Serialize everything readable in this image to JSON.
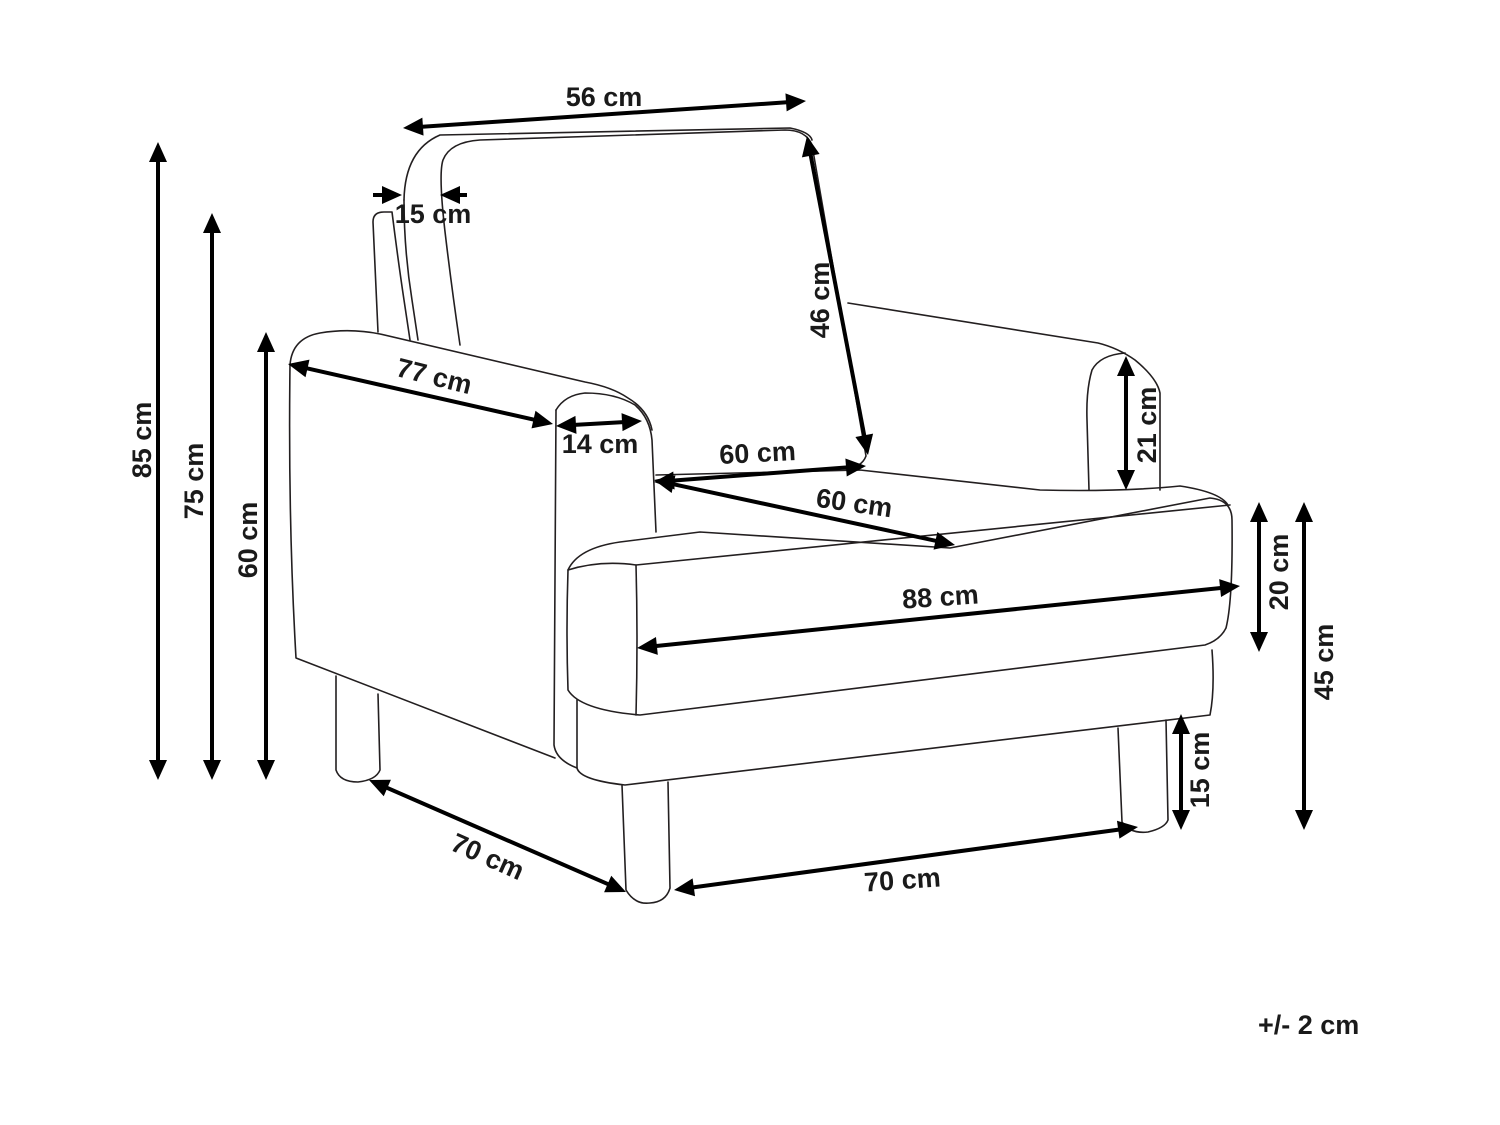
{
  "diagram": {
    "subject": "armchair dimensions",
    "tolerance": "+/- 2 cm",
    "dimensions": {
      "overall_height": "85 cm",
      "backrest_height": "75 cm",
      "armrest_height": "60 cm",
      "backrest_width": "56 cm",
      "backrest_thickness": "15 cm",
      "backrest_cushion_height": "46 cm",
      "armrest_length": "77 cm",
      "armrest_width": "14 cm",
      "seat_width": "60 cm",
      "seat_depth": "60 cm",
      "right_armrest_height": "21 cm",
      "total_width": "88 cm",
      "seat_cushion_height": "20 cm",
      "seat_height": "45 cm",
      "leg_height": "15 cm",
      "leg_depth_span": "70 cm",
      "leg_width_span": "70 cm"
    }
  }
}
